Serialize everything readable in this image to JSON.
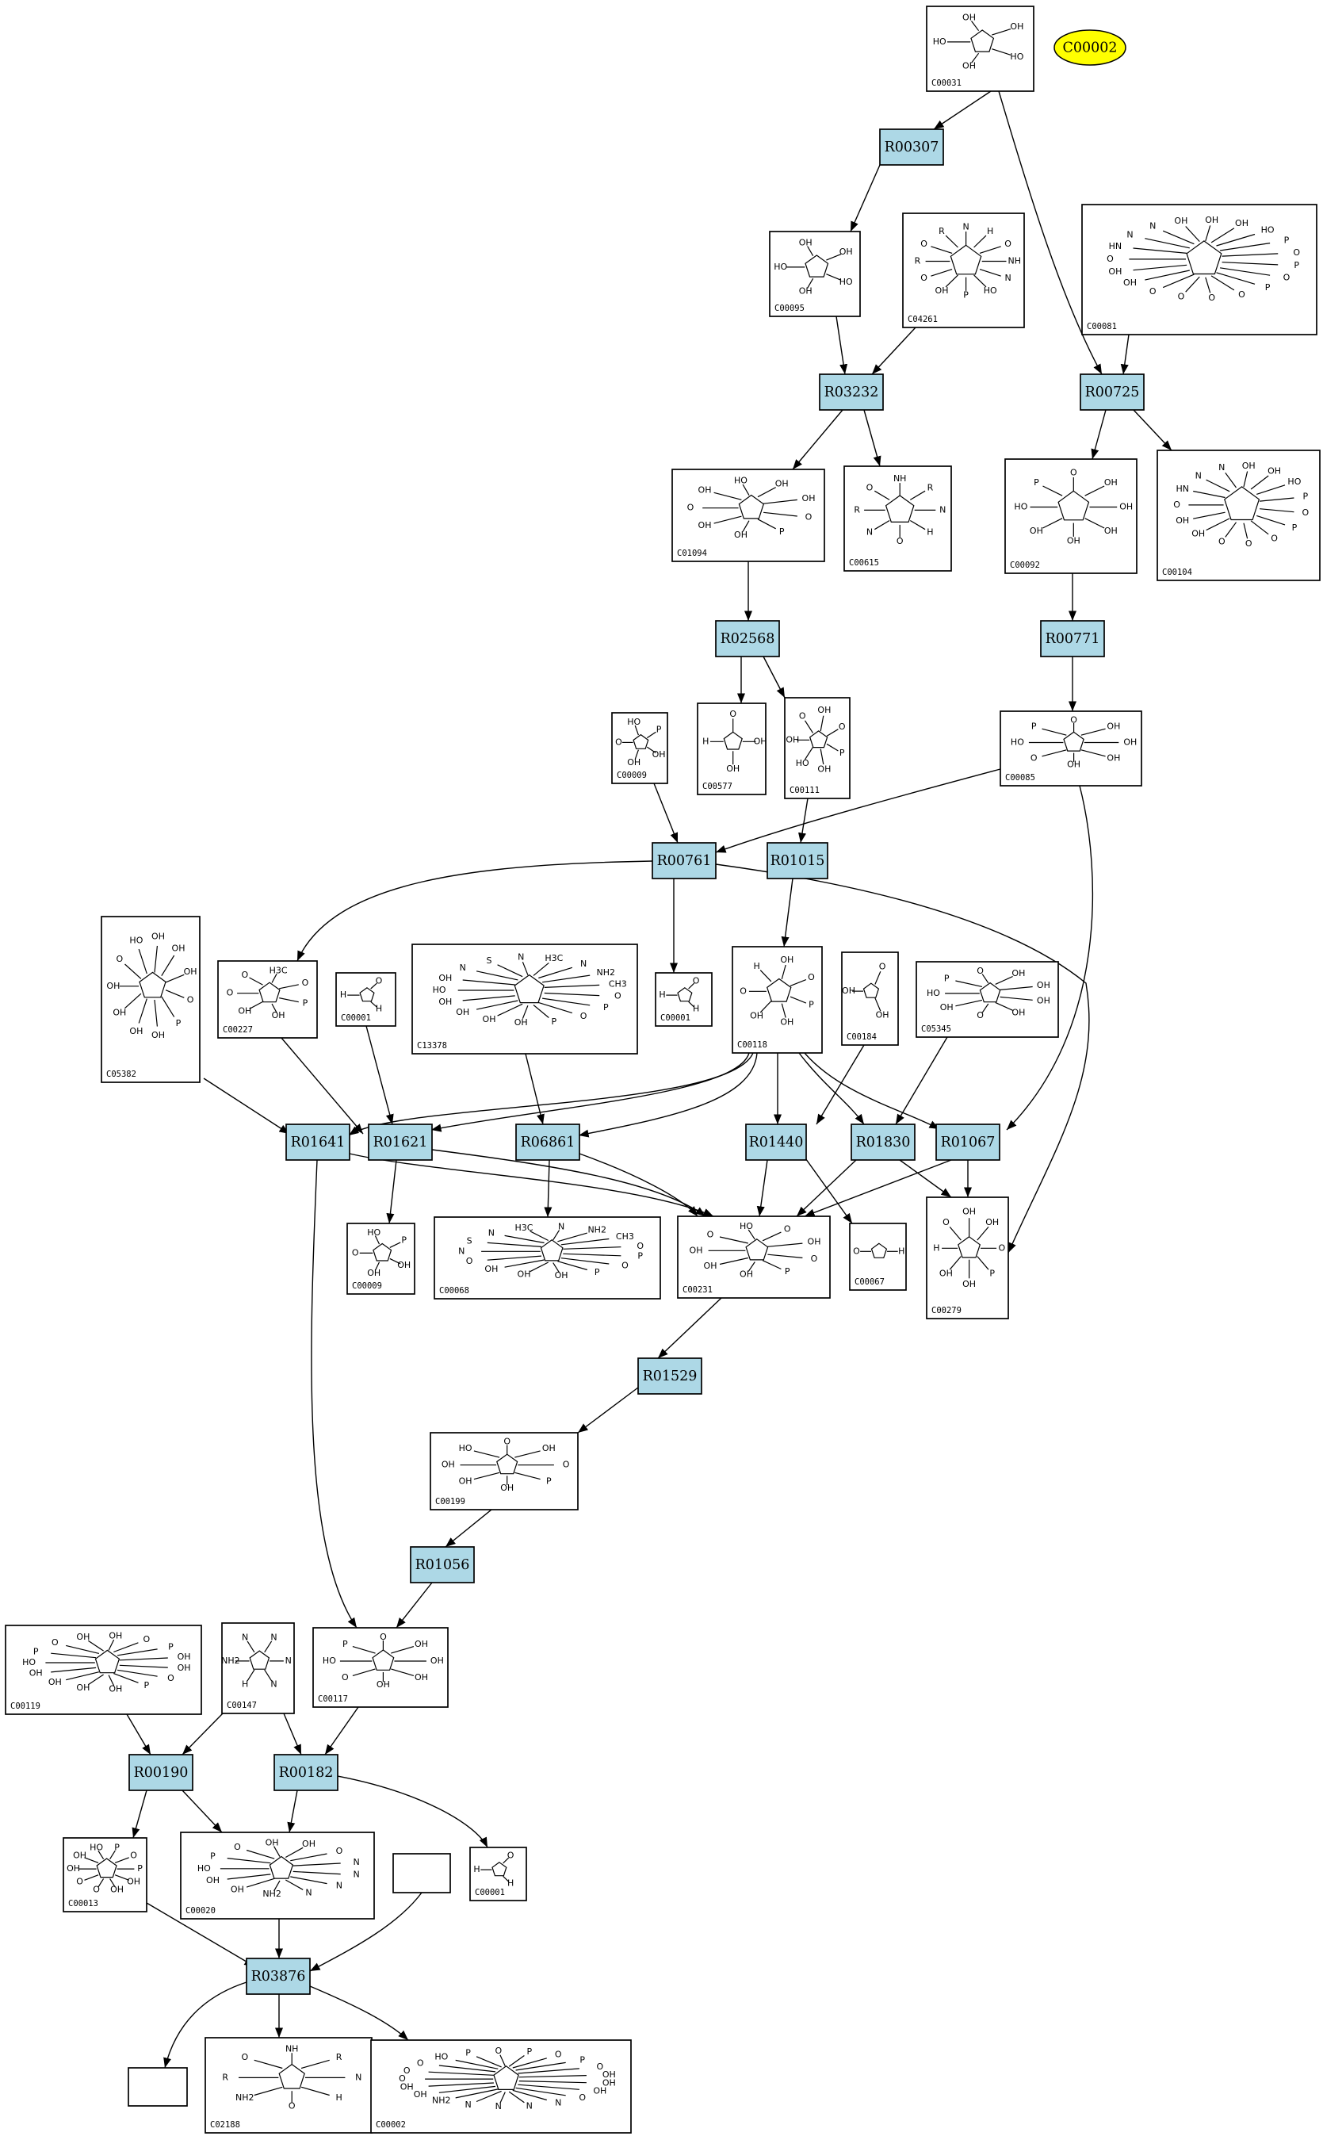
{
  "legend": {
    "compound": "C00002",
    "color": "#ffff00"
  },
  "reactions": [
    {
      "id": "R00307",
      "label": "R00307"
    },
    {
      "id": "R03232",
      "label": "R03232"
    },
    {
      "id": "R00725",
      "label": "R00725"
    },
    {
      "id": "R02568",
      "label": "R02568"
    },
    {
      "id": "R00771",
      "label": "R00771"
    },
    {
      "id": "R00761",
      "label": "R00761"
    },
    {
      "id": "R01015",
      "label": "R01015"
    },
    {
      "id": "R01641",
      "label": "R01641"
    },
    {
      "id": "R01621",
      "label": "R01621"
    },
    {
      "id": "R06861",
      "label": "R06861"
    },
    {
      "id": "R01440",
      "label": "R01440"
    },
    {
      "id": "R01830",
      "label": "R01830"
    },
    {
      "id": "R01067",
      "label": "R01067"
    },
    {
      "id": "R01529",
      "label": "R01529"
    },
    {
      "id": "R01056",
      "label": "R01056"
    },
    {
      "id": "R00190",
      "label": "R00190"
    },
    {
      "id": "R00182",
      "label": "R00182"
    },
    {
      "id": "R03876",
      "label": "R03876"
    }
  ],
  "compounds": [
    {
      "key": "c00031",
      "label": "C00031",
      "atoms": [
        "HO",
        "OH",
        "OH",
        "HO",
        "OH"
      ]
    },
    {
      "key": "c00095",
      "label": "C00095",
      "atoms": [
        "HO",
        "OH",
        "OH",
        "HO",
        "OH"
      ]
    },
    {
      "key": "c04261",
      "label": "C04261",
      "atoms": [
        "R",
        "O",
        "R",
        "N",
        "H",
        "O",
        "NH",
        "N",
        "HO",
        "P",
        "OH",
        "O"
      ]
    },
    {
      "key": "c00081",
      "label": "C00081",
      "atoms": [
        "O",
        "HN",
        "N",
        "N",
        "OH",
        "OH",
        "OH",
        "HO",
        "P",
        "O",
        "P",
        "O",
        "P",
        "O",
        "O",
        "O",
        "O",
        "OH",
        "OH"
      ]
    },
    {
      "key": "c01094",
      "label": "C01094",
      "atoms": [
        "O",
        "OH",
        "HO",
        "OH",
        "OH",
        "O",
        "P",
        "OH",
        "OH"
      ]
    },
    {
      "key": "c00615",
      "label": "C00615",
      "atoms": [
        "R",
        "O",
        "NH",
        "R",
        "N",
        "H",
        "O",
        "N"
      ]
    },
    {
      "key": "c00092",
      "label": "C00092",
      "atoms": [
        "HO",
        "P",
        "O",
        "OH",
        "OH",
        "OH",
        "OH",
        "OH"
      ]
    },
    {
      "key": "c00104",
      "label": "C00104",
      "atoms": [
        "O",
        "HN",
        "N",
        "N",
        "OH",
        "OH",
        "HO",
        "P",
        "O",
        "P",
        "O",
        "O",
        "O",
        "OH",
        "OH"
      ]
    },
    {
      "key": "c00577",
      "label": "C00577",
      "atoms": [
        "H",
        "O",
        "OH",
        "OH"
      ]
    },
    {
      "key": "c00111",
      "label": "C00111",
      "atoms": [
        "OH",
        "O",
        "OH",
        "O",
        "P",
        "OH",
        "HO"
      ]
    },
    {
      "key": "c00009a",
      "label": "C00009",
      "atoms": [
        "O",
        "HO",
        "P",
        "OH",
        "OH"
      ]
    },
    {
      "key": "c00085",
      "label": "C00085",
      "atoms": [
        "HO",
        "P",
        "O",
        "OH",
        "OH",
        "OH",
        "OH",
        "O"
      ]
    },
    {
      "key": "c05382",
      "label": "C05382",
      "atoms": [
        "OH",
        "O",
        "HO",
        "OH",
        "OH",
        "OH",
        "O",
        "P",
        "OH",
        "OH",
        "OH"
      ]
    },
    {
      "key": "c00227",
      "label": "C00227",
      "atoms": [
        "O",
        "O",
        "H3C",
        "O",
        "P",
        "OH",
        "OH"
      ]
    },
    {
      "key": "c00001a",
      "label": "C00001",
      "atoms": [
        "H",
        "O",
        "H"
      ]
    },
    {
      "key": "c13378",
      "label": "C13378",
      "atoms": [
        "HO",
        "OH",
        "N",
        "S",
        "N",
        "H3C",
        "N",
        "NH2",
        "CH3",
        "O",
        "P",
        "O",
        "P",
        "OH",
        "OH",
        "OH",
        "OH"
      ]
    },
    {
      "key": "c00001b",
      "label": "C00001",
      "atoms": [
        "H",
        "O",
        "H"
      ]
    },
    {
      "key": "c00118",
      "label": "C00118",
      "atoms": [
        "O",
        "H",
        "OH",
        "O",
        "P",
        "OH",
        "OH"
      ]
    },
    {
      "key": "c00184",
      "label": "C00184",
      "atoms": [
        "OH",
        "O",
        "OH"
      ]
    },
    {
      "key": "c05345",
      "label": "C05345",
      "atoms": [
        "HO",
        "P",
        "O",
        "OH",
        "OH",
        "OH",
        "OH",
        "O",
        "OH"
      ]
    },
    {
      "key": "c00009b",
      "label": "C00009",
      "atoms": [
        "O",
        "HO",
        "P",
        "OH",
        "OH"
      ]
    },
    {
      "key": "c00068",
      "label": "C00068",
      "atoms": [
        "N",
        "S",
        "N",
        "H3C",
        "N",
        "NH2",
        "CH3",
        "O",
        "P",
        "O",
        "P",
        "OH",
        "OH",
        "OH",
        "O"
      ]
    },
    {
      "key": "c00231",
      "label": "C00231",
      "atoms": [
        "OH",
        "O",
        "HO",
        "O",
        "OH",
        "O",
        "P",
        "OH",
        "OH"
      ]
    },
    {
      "key": "c00067",
      "label": "C00067",
      "atoms": [
        "O",
        "H"
      ]
    },
    {
      "key": "c00279",
      "label": "C00279",
      "atoms": [
        "H",
        "O",
        "OH",
        "OH",
        "O",
        "P",
        "OH",
        "OH"
      ]
    },
    {
      "key": "c00199",
      "label": "C00199",
      "atoms": [
        "OH",
        "HO",
        "O",
        "OH",
        "O",
        "P",
        "OH",
        "OH"
      ]
    },
    {
      "key": "c00119",
      "label": "C00119",
      "atoms": [
        "HO",
        "P",
        "O",
        "OH",
        "OH",
        "O",
        "P",
        "OH",
        "OH",
        "O",
        "P",
        "OH",
        "OH",
        "OH",
        "OH"
      ]
    },
    {
      "key": "c00147",
      "label": "C00147",
      "atoms": [
        "NH2",
        "N",
        "N",
        "N",
        "N",
        "H"
      ]
    },
    {
      "key": "c00117",
      "label": "C00117",
      "atoms": [
        "HO",
        "P",
        "O",
        "OH",
        "OH",
        "OH",
        "OH",
        "O"
      ]
    },
    {
      "key": "c00013",
      "label": "C00013",
      "atoms": [
        "OH",
        "OH",
        "HO",
        "P",
        "O",
        "P",
        "OH",
        "OH",
        "O",
        "O"
      ]
    },
    {
      "key": "c00020",
      "label": "C00020",
      "atoms": [
        "HO",
        "P",
        "O",
        "OH",
        "OH",
        "O",
        "N",
        "N",
        "N",
        "N",
        "NH2",
        "OH",
        "OH"
      ]
    },
    {
      "key": "c00001c",
      "label": "C00001",
      "atoms": [
        "H",
        "O",
        "H"
      ]
    },
    {
      "key": "c02188",
      "label": "C02188",
      "atoms": [
        "R",
        "O",
        "NH",
        "R",
        "N",
        "H",
        "O",
        "NH2"
      ]
    },
    {
      "key": "c00002",
      "label": "C00002",
      "atoms": [
        "O",
        "O",
        "O",
        "HO",
        "P",
        "O",
        "P",
        "O",
        "P",
        "O",
        "OH",
        "OH",
        "OH",
        "O",
        "N",
        "N",
        "N",
        "N",
        "NH2",
        "OH",
        "OH"
      ]
    },
    {
      "key": "blank1",
      "label": "",
      "atoms": []
    },
    {
      "key": "blank2",
      "label": "",
      "atoms": []
    }
  ]
}
